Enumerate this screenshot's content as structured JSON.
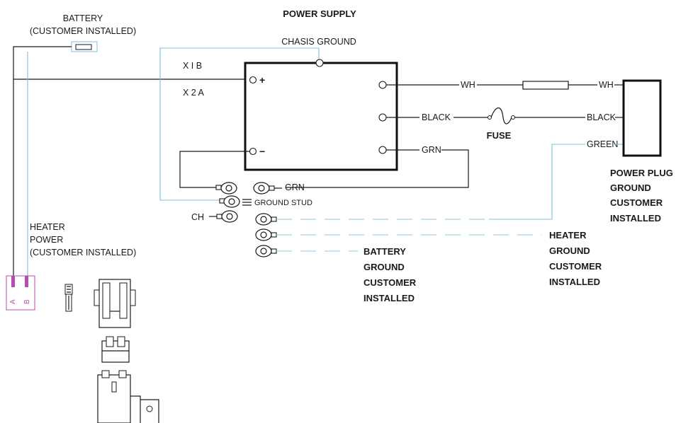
{
  "labels": {
    "title": "POWER SUPPLY",
    "battery_line1": "BATTERY",
    "battery_line2": "(CUSTOMER INSTALLED)",
    "chassis_ground": "CHASIS GROUND",
    "x1b": "X I B",
    "x2a": "X 2 A",
    "plus": "+",
    "minus": "−",
    "wh_left": "WH",
    "wh_right": "WH",
    "black_left": "BLACK",
    "black_right": "BLACK",
    "fuse": "FUSE",
    "grn_out": "GRN",
    "grn_stud": "GRN",
    "green": "GREEN",
    "ground_stud": "GROUND STUD",
    "ch": "CH",
    "power_plug": [
      "POWER PLUG",
      "GROUND",
      "CUSTOMER",
      "INSTALLED"
    ],
    "heater_power": [
      "HEATER",
      "POWER",
      "(CUSTOMER INSTALLED)"
    ],
    "heater_ground": [
      "HEATER",
      "GROUND",
      "CUSTOMER",
      "INSTALLED"
    ],
    "battery_ground": [
      "BATTERY",
      "GROUND",
      "CUSTOMER",
      "INSTALLED"
    ],
    "pin_a": "A",
    "pin_b": "B"
  },
  "colors": {
    "wire": "#1a1a1a",
    "ground_wire": "#7fbfd9",
    "connector": "#b44fae"
  },
  "icons": [
    "ring-terminal-icon",
    "fuse-icon",
    "ground-symbol-icon",
    "connector-housing-icon"
  ]
}
